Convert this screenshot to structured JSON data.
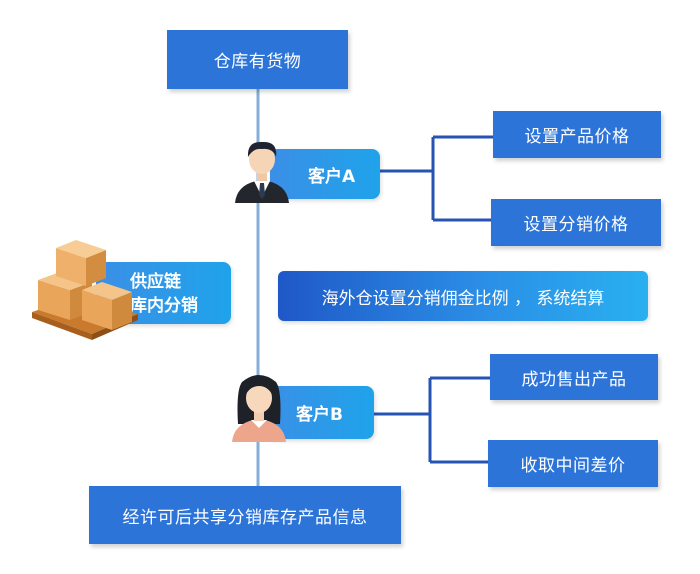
{
  "nodes": {
    "warehouse_goods": "仓库有货物",
    "customer_a": "客户A",
    "customer_b": "客户B",
    "set_product_price": "设置产品价格",
    "set_distribution_price": "设置分销价格",
    "commission_banner": "海外仓设置分销佣金比例 ， 系统结算",
    "supply_chain_line1": "供应链",
    "supply_chain_line2": "库内分销",
    "sold_product": "成功售出产品",
    "collect_margin": "收取中间差价",
    "shared_info": "经许可后共享分销库存产品信息"
  },
  "icons": {
    "customer_a_avatar": "businessman-icon",
    "customer_b_avatar": "businesswoman-icon",
    "supply_chain_image": "boxes-on-pallet-icon"
  },
  "colors": {
    "box_blue": "#2d74d9",
    "line_blue": "#2753b4",
    "trunk_line": "#86aed8"
  }
}
